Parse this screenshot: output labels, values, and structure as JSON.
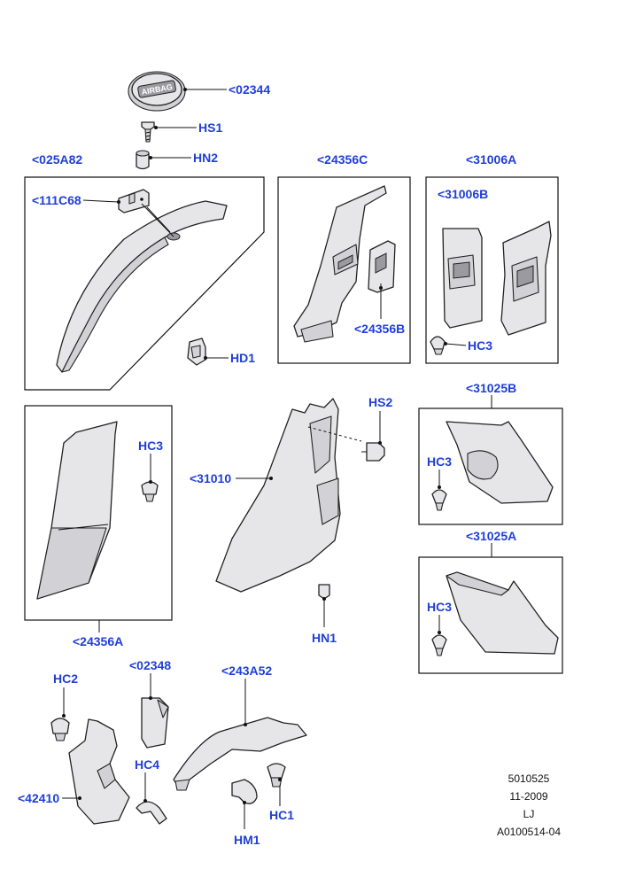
{
  "callouts": {
    "c02344": "<02344",
    "hs1": "HS1",
    "hn2": "HN2",
    "c025A82": "<025A82",
    "c111C68": "<111C68",
    "hd1": "HD1",
    "c24356C": "<24356C",
    "c24356B": "<24356B",
    "c31006A": "<31006A",
    "c31006B": "<31006B",
    "hc3_a": "HC3",
    "hc3_b": "HC3",
    "hs2": "HS2",
    "c31010": "<31010",
    "hn1": "HN1",
    "c24356A": "<24356A",
    "c31025B": "<31025B",
    "hc3_c": "HC3",
    "c31025A": "<31025A",
    "hc3_d": "HC3",
    "hc2": "HC2",
    "c02348": "<02348",
    "c243A52": "<243A52",
    "hc4": "HC4",
    "c42410": "<42410",
    "hm1": "HM1",
    "hc1": "HC1"
  },
  "badge_text": "AIRBAG",
  "meta": {
    "line1": "5010525",
    "line2": "11-2009",
    "line3": "LJ",
    "line4": "A0100514-04"
  },
  "colors": {
    "label": "#1f3fd8",
    "line": "#111111",
    "part_fill": "#e6e6e8"
  }
}
